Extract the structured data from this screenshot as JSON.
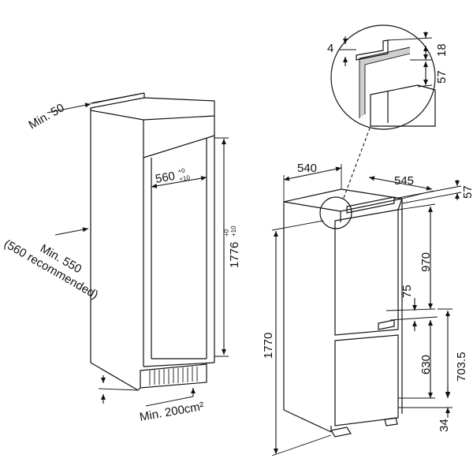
{
  "left_cabinet": {
    "min_top_gap": "Min. 50",
    "niche_width": "560",
    "niche_width_tol_top": "+0",
    "niche_width_tol_bottom": "+10",
    "niche_height": "1776",
    "niche_height_tol_top": "+0",
    "niche_height_tol_bottom": "+10",
    "min_depth": "Min. 550",
    "min_depth_note": "(560 recommended)",
    "vent_area": "Min. 200cm²"
  },
  "appliance": {
    "width": "540",
    "depth": "545",
    "top_offset": "57",
    "total_height": "1770",
    "fridge_height": "970",
    "divider": "75",
    "freezer_height": "630",
    "freezer_total": "703.5",
    "base_offset": "34"
  },
  "detail": {
    "gap": "4",
    "top": "18",
    "offset": "57"
  },
  "colors": {
    "line": "#111111",
    "shade": "#cfcfcf"
  }
}
